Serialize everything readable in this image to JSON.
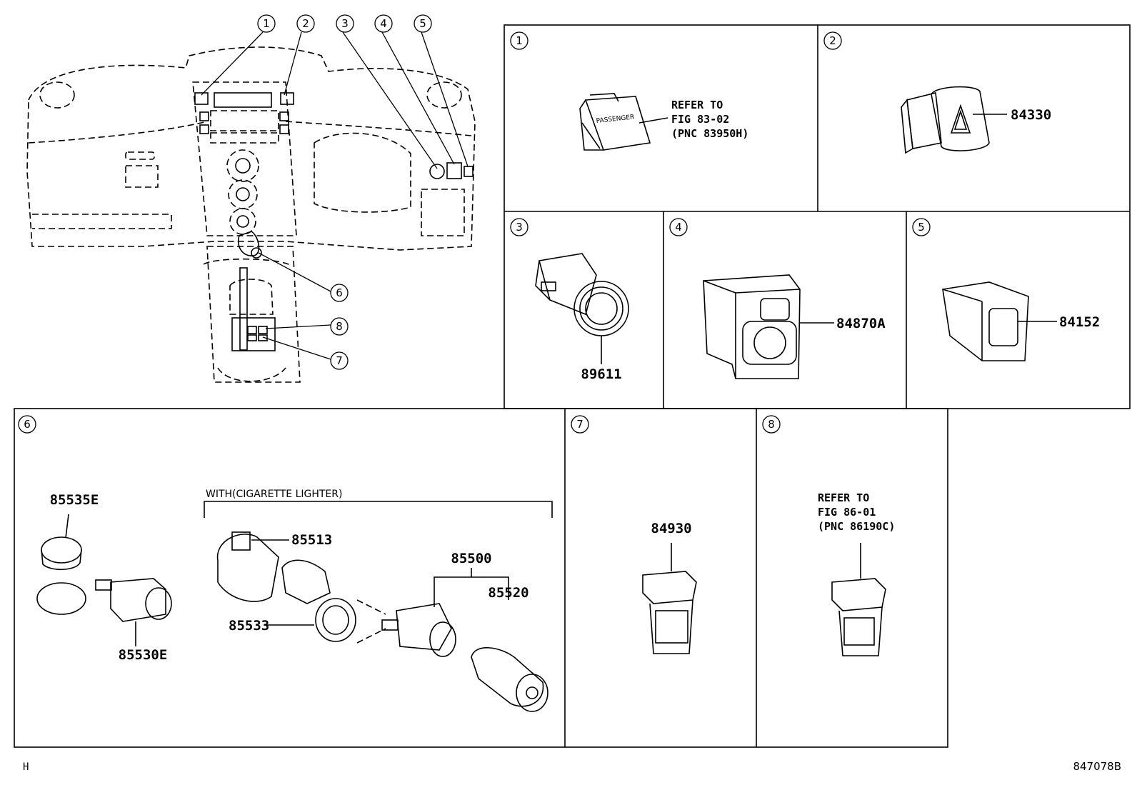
{
  "callouts": [
    "1",
    "2",
    "3",
    "4",
    "5",
    "6",
    "7",
    "8"
  ],
  "panels": {
    "p1": {
      "num": "1",
      "refer": [
        "REFER TO",
        "FIG 83-02",
        "(PNC 83950H)"
      ],
      "switch_text": "PASSENGER"
    },
    "p2": {
      "num": "2",
      "part": "84330"
    },
    "p3": {
      "num": "3",
      "part": "89611"
    },
    "p4": {
      "num": "4",
      "part": "84870A"
    },
    "p5": {
      "num": "5",
      "part": "84152"
    },
    "p6": {
      "num": "6",
      "parts": {
        "a": "85535E",
        "b": "85530E",
        "c": "85513",
        "d": "85533",
        "e": "85500",
        "f": "85520"
      },
      "group_label": "WITH(CIGARETTE LIGHTER)"
    },
    "p7": {
      "num": "7",
      "part": "84930"
    },
    "p8": {
      "num": "8",
      "refer": [
        "REFER TO",
        "FIG 86-01",
        "(PNC 86190C)"
      ]
    }
  },
  "footer": {
    "left": "H",
    "right": "847078B"
  }
}
